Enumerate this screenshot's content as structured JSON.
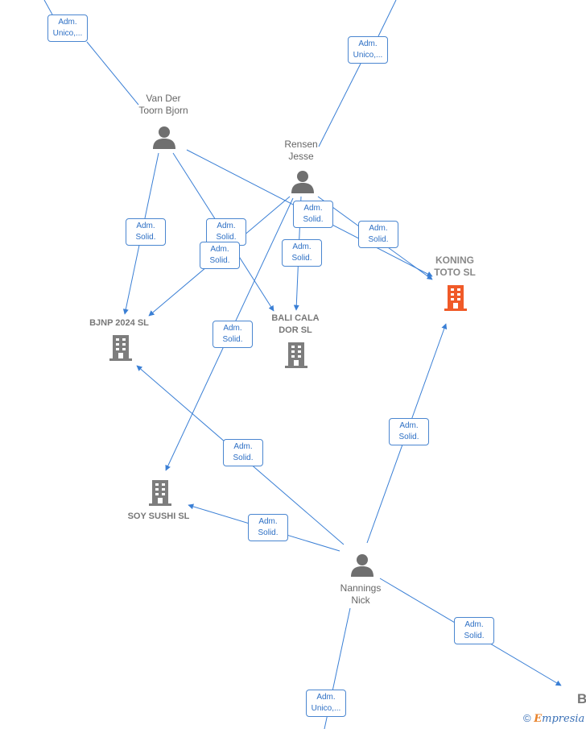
{
  "persons": [
    {
      "id": "van-der-toorn-bjorn",
      "lines": [
        "Van Der",
        "Toorn Bjorn"
      ]
    },
    {
      "id": "rensen-jesse",
      "lines": [
        "Rensen",
        "Jesse"
      ]
    },
    {
      "id": "nannings-nick",
      "lines": [
        "Nannings",
        "Nick"
      ]
    }
  ],
  "companies": [
    {
      "id": "koning-toto-sl",
      "lines": [
        "KONING",
        "TOTO  SL"
      ],
      "highlight": true
    },
    {
      "id": "bjnp-2024-sl",
      "lines": [
        "BJNP 2024  SL"
      ],
      "highlight": false
    },
    {
      "id": "bali-cala-dor-sl",
      "lines": [
        "BALI CALA",
        "DOR  SL"
      ],
      "highlight": false
    },
    {
      "id": "soy-sushi-sl",
      "lines": [
        "SOY SUSHI  SL"
      ],
      "highlight": false
    }
  ],
  "edges": [
    {
      "label": [
        "Adm.",
        "Unico,..."
      ]
    },
    {
      "label": [
        "Adm.",
        "Unico,..."
      ]
    },
    {
      "label": [
        "Adm.",
        "Solid."
      ]
    },
    {
      "label": [
        "Adm.",
        "Solid."
      ]
    },
    {
      "label": [
        "Adm.",
        "Solid."
      ]
    },
    {
      "label": [
        "Adm.",
        "Solid."
      ]
    },
    {
      "label": [
        "Adm.",
        "Solid."
      ]
    },
    {
      "label": [
        "Adm.",
        "Solid."
      ]
    },
    {
      "label": [
        "Adm.",
        "Solid."
      ]
    },
    {
      "label": [
        "Adm.",
        "Solid."
      ]
    },
    {
      "label": [
        "Adm.",
        "Solid."
      ]
    },
    {
      "label": [
        "Adm.",
        "Solid."
      ]
    },
    {
      "label": [
        "Adm.",
        "Solid."
      ]
    },
    {
      "label": [
        "Adm.",
        "Unico,..."
      ]
    }
  ],
  "colors": {
    "edge": "#3a7fd5",
    "person": "#6f6f6f",
    "company": "#7d7d7d",
    "highlight": "#f05a28"
  },
  "footer": {
    "copyright": "©",
    "brand_first": "E",
    "brand_rest": "mpresia"
  },
  "cut_label": "B"
}
